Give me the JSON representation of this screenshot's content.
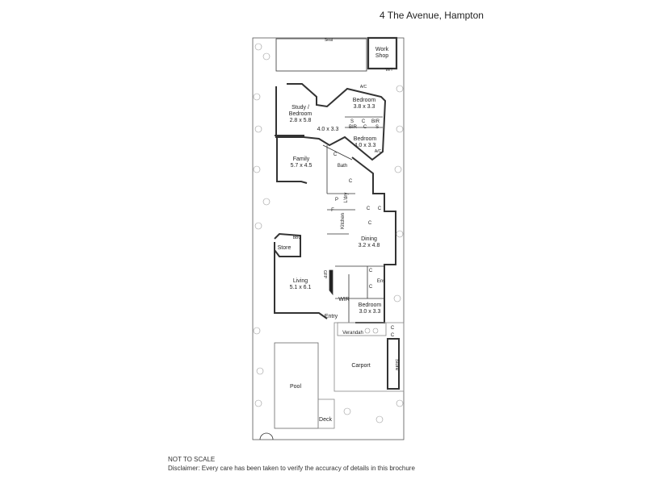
{
  "address": "4 The Avenue, Hampton",
  "notes": {
    "scale": "NOT TO SCALE",
    "disclaimer": "Disclaimer: Every care has been taken to verify the accuracy of details in this brochure"
  },
  "rooms": {
    "workshop_line1": "Work",
    "workshop_line2": "Shop",
    "seat": "Seat",
    "wt": "W/T",
    "ac_top": "A/C",
    "bedroom1_name": "Bedroom",
    "bedroom1_dim": "3.8 x 3.3",
    "study_line1": "Study /",
    "study_line2": "Bedroom",
    "study_dim": "2.8 x 5.8",
    "hall_dim": "4.0 x 3.3",
    "bedroom2_name": "Bedroom",
    "bedroom2_dim": "4.0 x 3.3",
    "ac_bottom": "A/C",
    "family_name": "Family",
    "family_dim": "5.7 x 4.5",
    "bath": "Bath",
    "laundry": "L'dry",
    "kitchen": "Kitchen",
    "dining_name": "Dining",
    "dining_dim": "3.2 x 4.8",
    "store1": "Store",
    "bbq": "BBQ",
    "living_name": "Living",
    "living_dim": "5.1 x 6.1",
    "gfp": "GFP",
    "ens": "Ens",
    "wir": "WIR",
    "bedroom3_name": "Bedroom",
    "bedroom3_dim": "3.0 x 3.3",
    "entry": "Entry",
    "verandah": "Verandah",
    "carport": "Carport",
    "store2": "Store",
    "pool": "Pool",
    "deck": "Deck",
    "s": "S",
    "c": "C",
    "bir": "BIR",
    "p": "P",
    "f": "F"
  }
}
